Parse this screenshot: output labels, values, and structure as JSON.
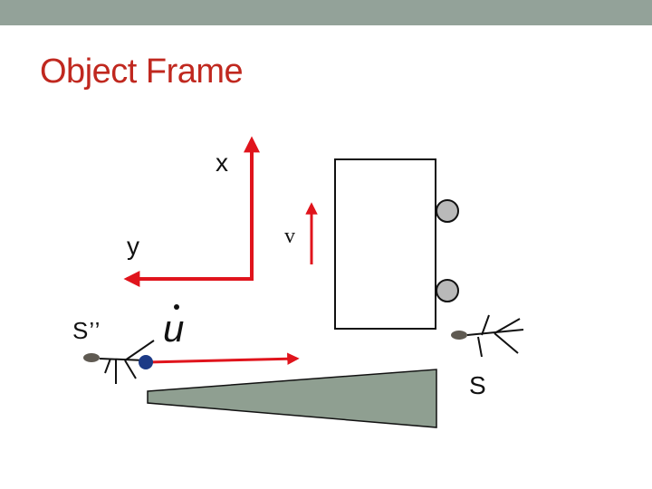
{
  "slide": {
    "title": "Object Frame",
    "labels": {
      "x": "x",
      "y": "y",
      "v": "v",
      "u": "u",
      "s_double_prime": "S’’",
      "s": "S"
    }
  },
  "colors": {
    "topbar": "#93a299",
    "title": "#c0281f",
    "arrow": "#e0141c",
    "wedge_fill": "#8f9f91",
    "robot_head": "#5f5a52",
    "blue_dot": "#1c3a86",
    "gray_circle": "#b9b9b9"
  }
}
